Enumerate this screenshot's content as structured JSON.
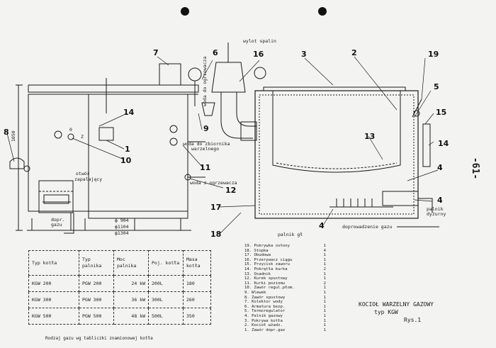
{
  "labels": {
    "wylot": "wylot spalin",
    "woda_do": "woda do ogrzewacza",
    "woda_zb": "woda do zbiornika",
    "warzelnego": "warzelnego",
    "woda_z": "woda z ogrzewacza",
    "otwor": "otwór",
    "zapalajacy": "zapalający",
    "dopr": "dopr.",
    "gazu": "gazu",
    "dim_1050": "1050",
    "d904": "ϕ 904",
    "d1104": "ϕ1104",
    "d1304": "ϕ1304",
    "palnik_gl": "palnik gł",
    "palnik_dy": "palnik",
    "dyzurny": "dyżurny",
    "doprowadzenie": "doprowadzenie gazu",
    "o": "0",
    "z": "Z"
  },
  "numbers": {
    "n1": "1",
    "n2": "2",
    "n3": "3",
    "n4a": "4",
    "n4b": "4",
    "n4c": "4",
    "n5": "5",
    "n6": "6",
    "n7": "7",
    "n8": "8",
    "n9": "9",
    "n10": "10",
    "n11": "11",
    "n12": "12",
    "n13": "13",
    "n14a": "14",
    "n14b": "14",
    "n15": "15",
    "n16": "16",
    "n17": "17",
    "n18": "18",
    "n19": "19"
  },
  "table": {
    "headers": [
      "Typ kotła",
      "Typ palnika",
      "Moc palnika",
      "Poj. kotła",
      "Masa kotła"
    ],
    "rows": [
      [
        "KGW 200",
        "PGW 200",
        "24 kW",
        "200L",
        "180"
      ],
      [
        "KGW 300",
        "PGW 300",
        "36 kW",
        "300L",
        "260"
      ],
      [
        "KGW 500",
        "PGW 500",
        "48 kW",
        "500L",
        "350"
      ]
    ]
  },
  "legend": [
    [
      "19. Pokrywka osłony",
      "1"
    ],
    [
      "18. Stopka",
      "4"
    ],
    [
      "17. Obudowa",
      "1"
    ],
    [
      "16. Przerywacz ciągu",
      "1"
    ],
    [
      "15. Przycisk zaworu",
      "1"
    ],
    [
      "14. Pokrętła kurka",
      "2"
    ],
    [
      "13. Osadnik",
      "1"
    ],
    [
      "12. Kurek spustowy",
      "1"
    ],
    [
      "11. Kurki poziomu",
      "2"
    ],
    [
      "10. Zawór regul.płom.",
      "1"
    ],
    [
      "9. Wlewek",
      "1"
    ],
    [
      "8. Zawór spustowy",
      "1"
    ],
    [
      "7. Kolektor wody",
      "1"
    ],
    [
      "6. Armatura bezp.",
      "1"
    ],
    [
      "5. Termoregulator",
      "1"
    ],
    [
      "4. Palnik gazowy",
      "1"
    ],
    [
      "3. Pokrywa kotła",
      "1"
    ],
    [
      "2. Kocioł wżadz.",
      "1"
    ],
    [
      "1. Zawór dopr.gaz",
      "1"
    ]
  ],
  "title": {
    "line1": "KOCIOŁ WARZELNY GAZOWY",
    "line2": "typ KGW",
    "line3": "Rys.1"
  },
  "footer": "Rodzaj gazu wg tabliczki znamionowej kotła",
  "page_number": "-61-"
}
